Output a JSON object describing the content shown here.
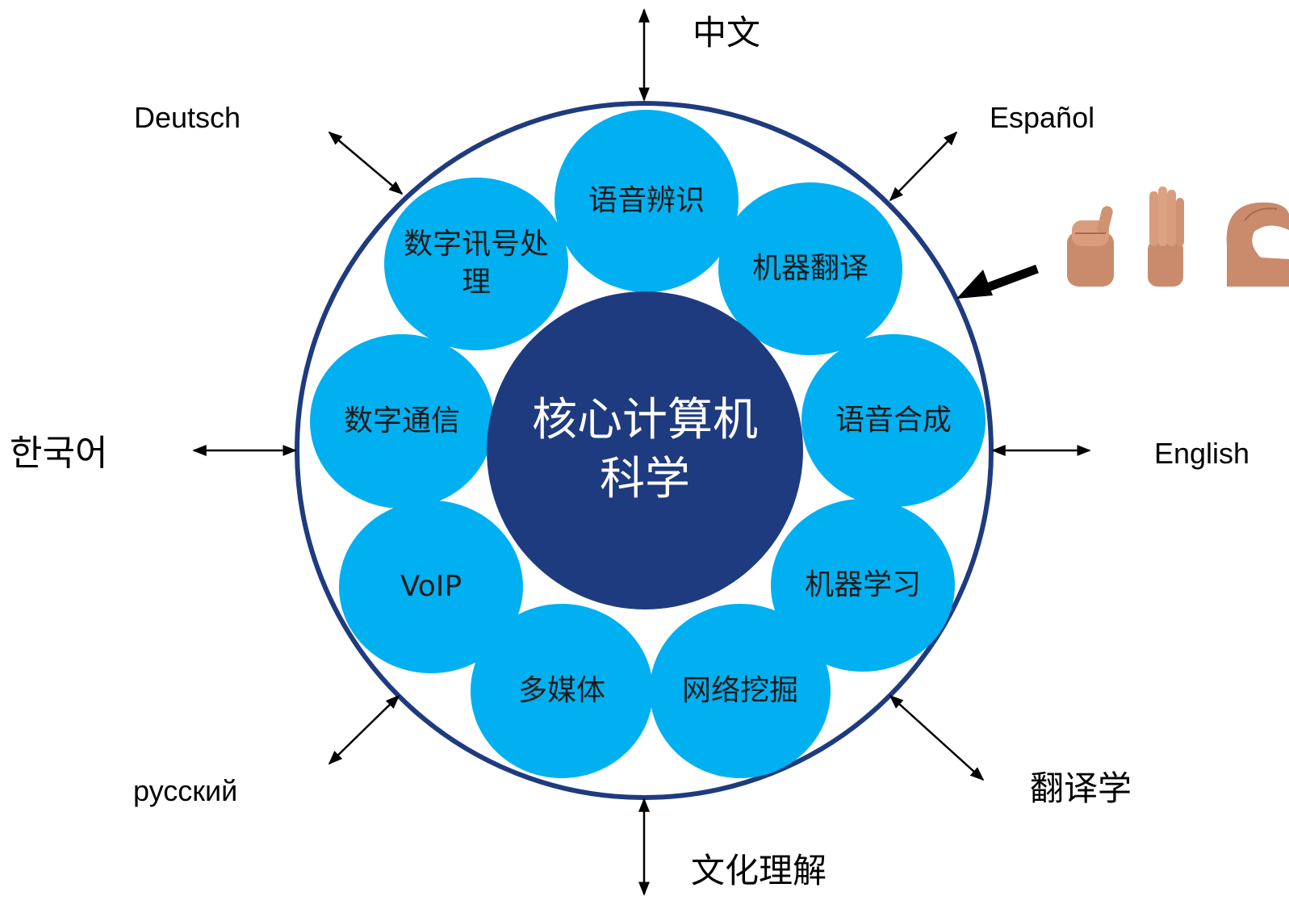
{
  "colors": {
    "outer_ring": "#1f3b7f",
    "bubble": "#00b0f0",
    "core": "#1f3b7f"
  },
  "core": {
    "text": "核心计算机科学"
  },
  "bubbles": [
    {
      "text": "语音辨识"
    },
    {
      "text": "机器翻译"
    },
    {
      "text": "语音合成"
    },
    {
      "text": "机器学习"
    },
    {
      "text": "网络挖掘"
    },
    {
      "text": "多媒体"
    },
    {
      "text": "VoIP"
    },
    {
      "text": "数字通信"
    },
    {
      "text": "数字讯号处理"
    }
  ],
  "outer_labels": {
    "top": "中文",
    "top_right": "Español",
    "right": "English",
    "bottom_right": "翻译学",
    "bottom": "文化理解",
    "bottom_left": "русский",
    "left": "한국어",
    "top_left": "Deutsch"
  },
  "icons": {
    "sign_language": "sign-language-hands-icon",
    "pointer": "thick-arrow-icon"
  }
}
